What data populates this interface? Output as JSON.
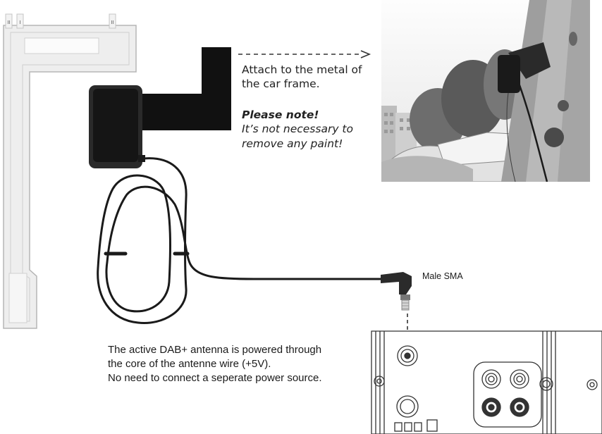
{
  "antenna_label": {
    "line1": "Attach to the metal of",
    "line2": "the car frame."
  },
  "note": {
    "heading": "Please note!",
    "line1": "It’s not necessary to",
    "line2": "remove any paint!"
  },
  "connector_label": "Male SMA",
  "power_info": {
    "line1": "The active DAB+ antenna is powered through",
    "line2": "the core of the antenne wire (+5V).",
    "line3": "No need to connect a seperate power source."
  },
  "strip_marks": [
    "II",
    "I",
    "II"
  ],
  "colors": {
    "strip": "#eeeeee",
    "strip_outline": "#b8b8b8",
    "antenna_body": "#222222",
    "tape": "#111111",
    "cable": "#1a1a1a",
    "arrow": "#333333"
  },
  "icons": {
    "arrow": "dashed-arrow-icon",
    "connector": "sma-connector-icon"
  }
}
